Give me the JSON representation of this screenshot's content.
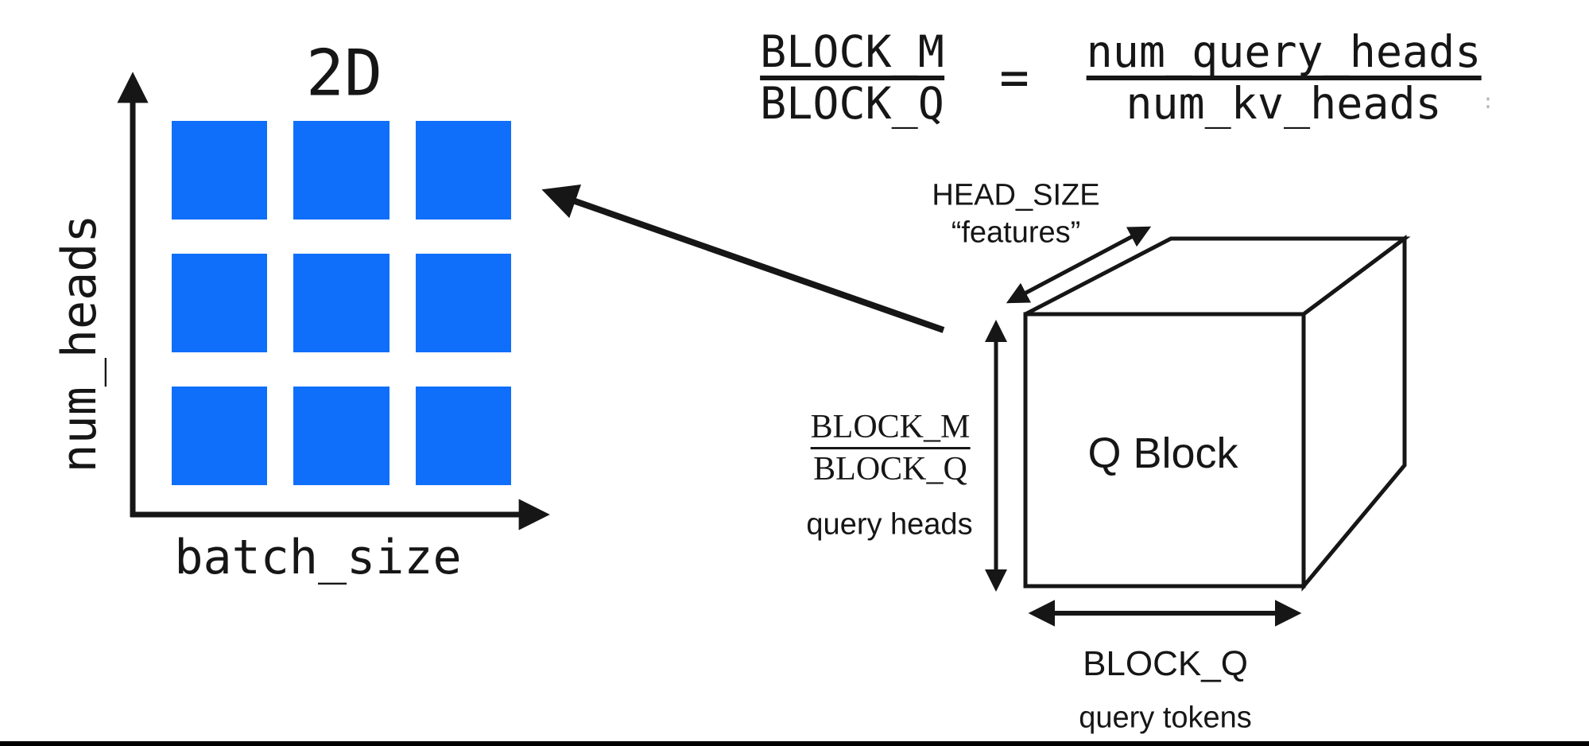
{
  "colors": {
    "ink": "#161616",
    "cell_blue": "#0f6ffa",
    "window_edge": "#000000",
    "artifact_gray": "#b9b9b9"
  },
  "grid_plot": {
    "title": "2D",
    "y_axis_label": "num_heads",
    "x_axis_label": "batch_size",
    "rows": 3,
    "cols": 3
  },
  "equation": {
    "lhs_numerator": "BLOCK_M",
    "lhs_denominator": "BLOCK_Q",
    "equals_sign": "=",
    "rhs_numerator": "num_query_heads",
    "rhs_denominator": "num_kv_heads",
    "cursor_artifact": ":"
  },
  "cube_diagram": {
    "cube_label": "Q Block",
    "depth_dimension": {
      "name": "HEAD_SIZE",
      "alias": "“features”"
    },
    "height_dimension": {
      "fraction_numerator": "BLOCK_M",
      "fraction_denominator": "BLOCK_Q",
      "sublabel": "query heads"
    },
    "width_dimension": {
      "name": "BLOCK_Q",
      "sublabel": "query tokens"
    }
  }
}
